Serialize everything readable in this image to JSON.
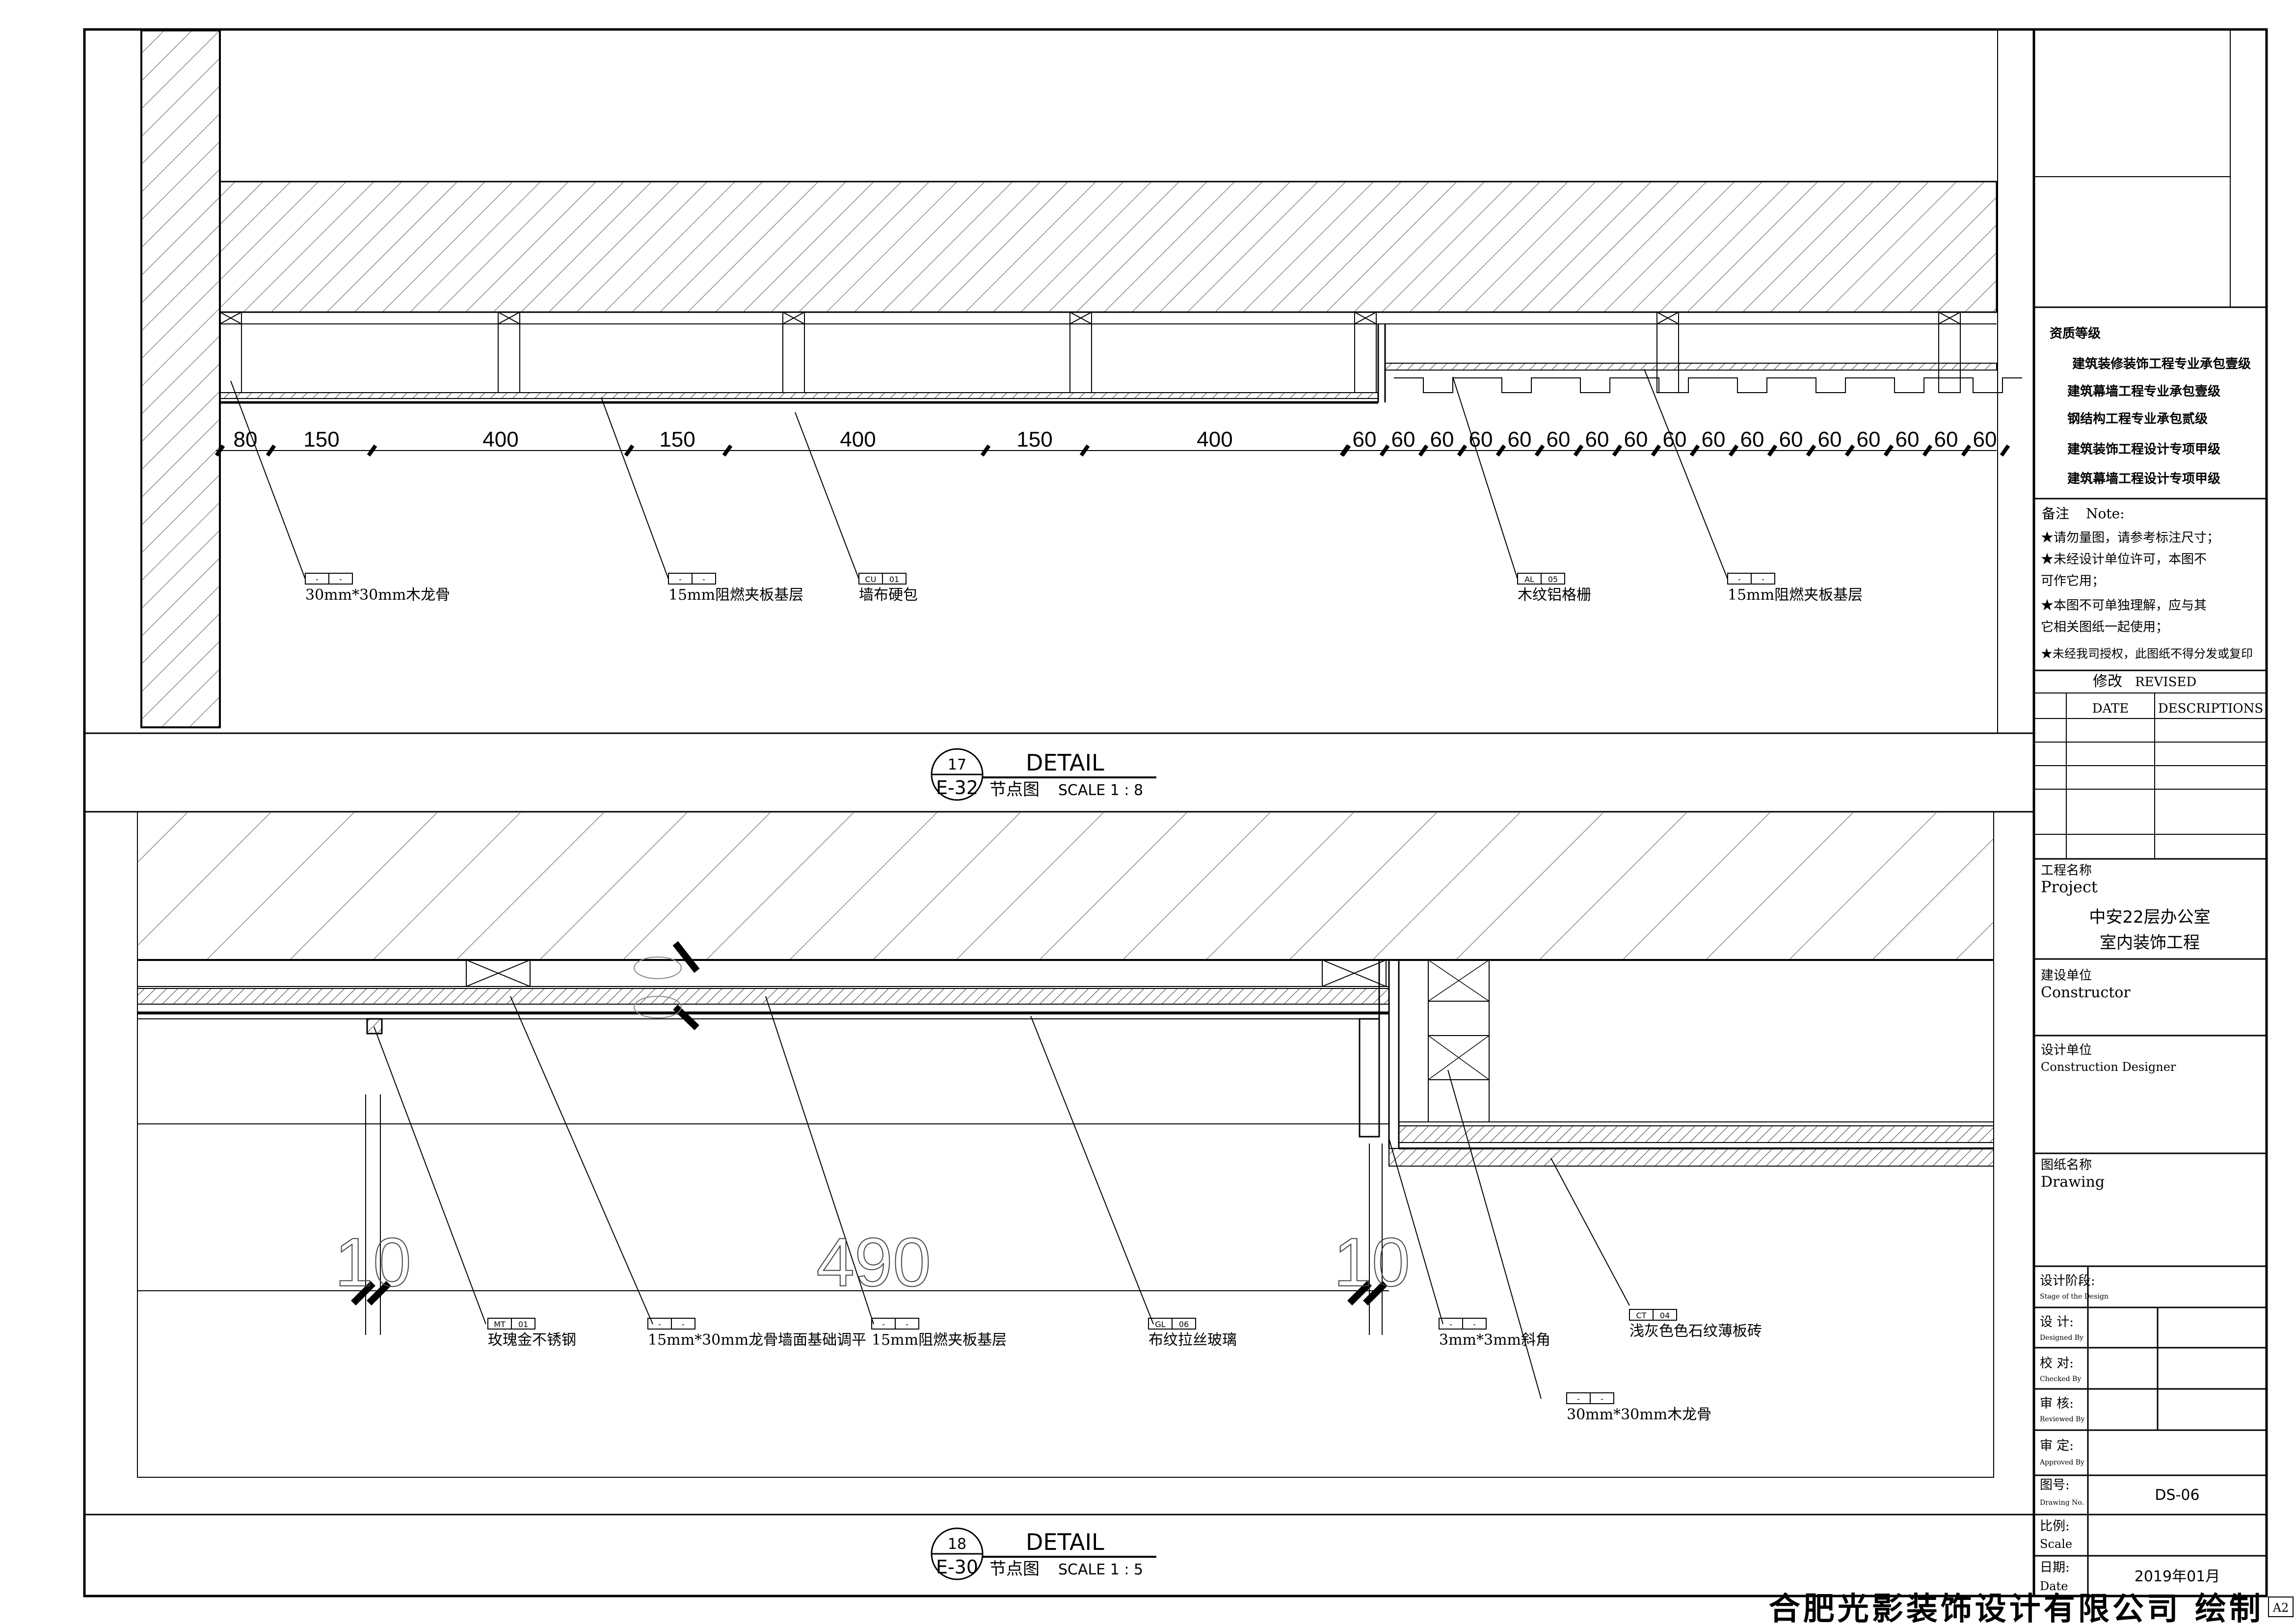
{
  "detail_17": {
    "number": "17",
    "ref": "E-32",
    "title": "DETAIL",
    "subtitle": "节点图",
    "scale": "SCALE 1 : 8",
    "dims_left": [
      "80",
      "150",
      "400",
      "150",
      "400",
      "150",
      "400"
    ],
    "dim_right": "60",
    "dim_right_count": 17,
    "callouts": [
      {
        "text": "30mm*30mm木龙骨",
        "tag_a": "-",
        "tag_b": "-"
      },
      {
        "text": "15mm阻燃夹板基层",
        "tag_a": "-",
        "tag_b": "-"
      },
      {
        "text": "墙布硬包",
        "tag_a": "CU",
        "tag_b": "01"
      },
      {
        "text": "木纹铝格栅",
        "tag_a": "AL",
        "tag_b": "05"
      },
      {
        "text": "15mm阻燃夹板基层",
        "tag_a": "-",
        "tag_b": "-"
      }
    ]
  },
  "detail_18": {
    "number": "18",
    "ref": "E-30",
    "title": "DETAIL",
    "subtitle": "节点图",
    "scale": "SCALE 1 : 5",
    "dims": [
      "10",
      "490",
      "10"
    ],
    "callouts": [
      {
        "text": "玫瑰金不锈钢",
        "tag_a": "MT",
        "tag_b": "01"
      },
      {
        "text": "15mm*30mm龙骨墙面基础调平",
        "tag_a": "-",
        "tag_b": "-"
      },
      {
        "text": "15mm阻燃夹板基层",
        "tag_a": "-",
        "tag_b": "-"
      },
      {
        "text": "布纹拉丝玻璃",
        "tag_a": "GL",
        "tag_b": "06"
      },
      {
        "text": "3mm*3mm斜角",
        "tag_a": "-",
        "tag_b": "-"
      },
      {
        "text": "浅灰色色石纹薄板砖",
        "tag_a": "CT",
        "tag_b": "04"
      },
      {
        "text": "30mm*30mm木龙骨",
        "tag_a": "-",
        "tag_b": "-"
      }
    ]
  },
  "title_block": {
    "qualification_label": "资质等级",
    "qualifications": [
      "建筑装修装饰工程专业承包壹级",
      "建筑幕墙工程专业承包壹级",
      "钢结构工程专业承包贰级",
      "建筑装饰工程设计专项甲级",
      "建筑幕墙工程设计专项甲级"
    ],
    "notes_label": "备注",
    "notes_label_en": "Note:",
    "notes": [
      "★请勿量图，请参考标注尺寸；",
      "★未经设计单位许可，本图不",
      "可作它用；",
      "★本图不可单独理解，应与其",
      "它相关图纸一起使用；",
      "★未经我司授权，此图纸不得分发或复印"
    ],
    "revised_label": "修改",
    "revised_label_en": "REVISED",
    "date_header": "DATE",
    "desc_header": "DESCRIPTIONS",
    "project_label": "工程名称",
    "project_label_en": "Project",
    "project_line1": "中安22层办公室",
    "project_line2": "室内装饰工程",
    "constructor_label": "建设单位",
    "constructor_label_en": "Constructor",
    "designer_label": "设计单位",
    "designer_label_en": "Construction Designer",
    "drawing_label": "图纸名称",
    "drawing_label_en": "Drawing",
    "stage_label": "设计阶段:",
    "stage_label_en": "Stage of the Design",
    "designed_label": "设 计:",
    "designed_label_en": "Designed By",
    "checked_label": "校 对:",
    "checked_label_en": "Checked By",
    "reviewed_label": "审 核:",
    "reviewed_label_en": "Reviewed By",
    "approved_label": "审 定:",
    "approved_label_en": "Approved By",
    "drawing_no_label": "图号:",
    "drawing_no_label_en": "Drawing No.",
    "drawing_no": "DS-06",
    "scale_label": "比例:",
    "scale_label_en": "Scale",
    "date_label": "日期:",
    "date_label_en": "Date",
    "date": "2019年01月"
  },
  "footer": {
    "company": "合肥光影装饰设计有限公司  绘制",
    "sheet_size": "A2"
  }
}
